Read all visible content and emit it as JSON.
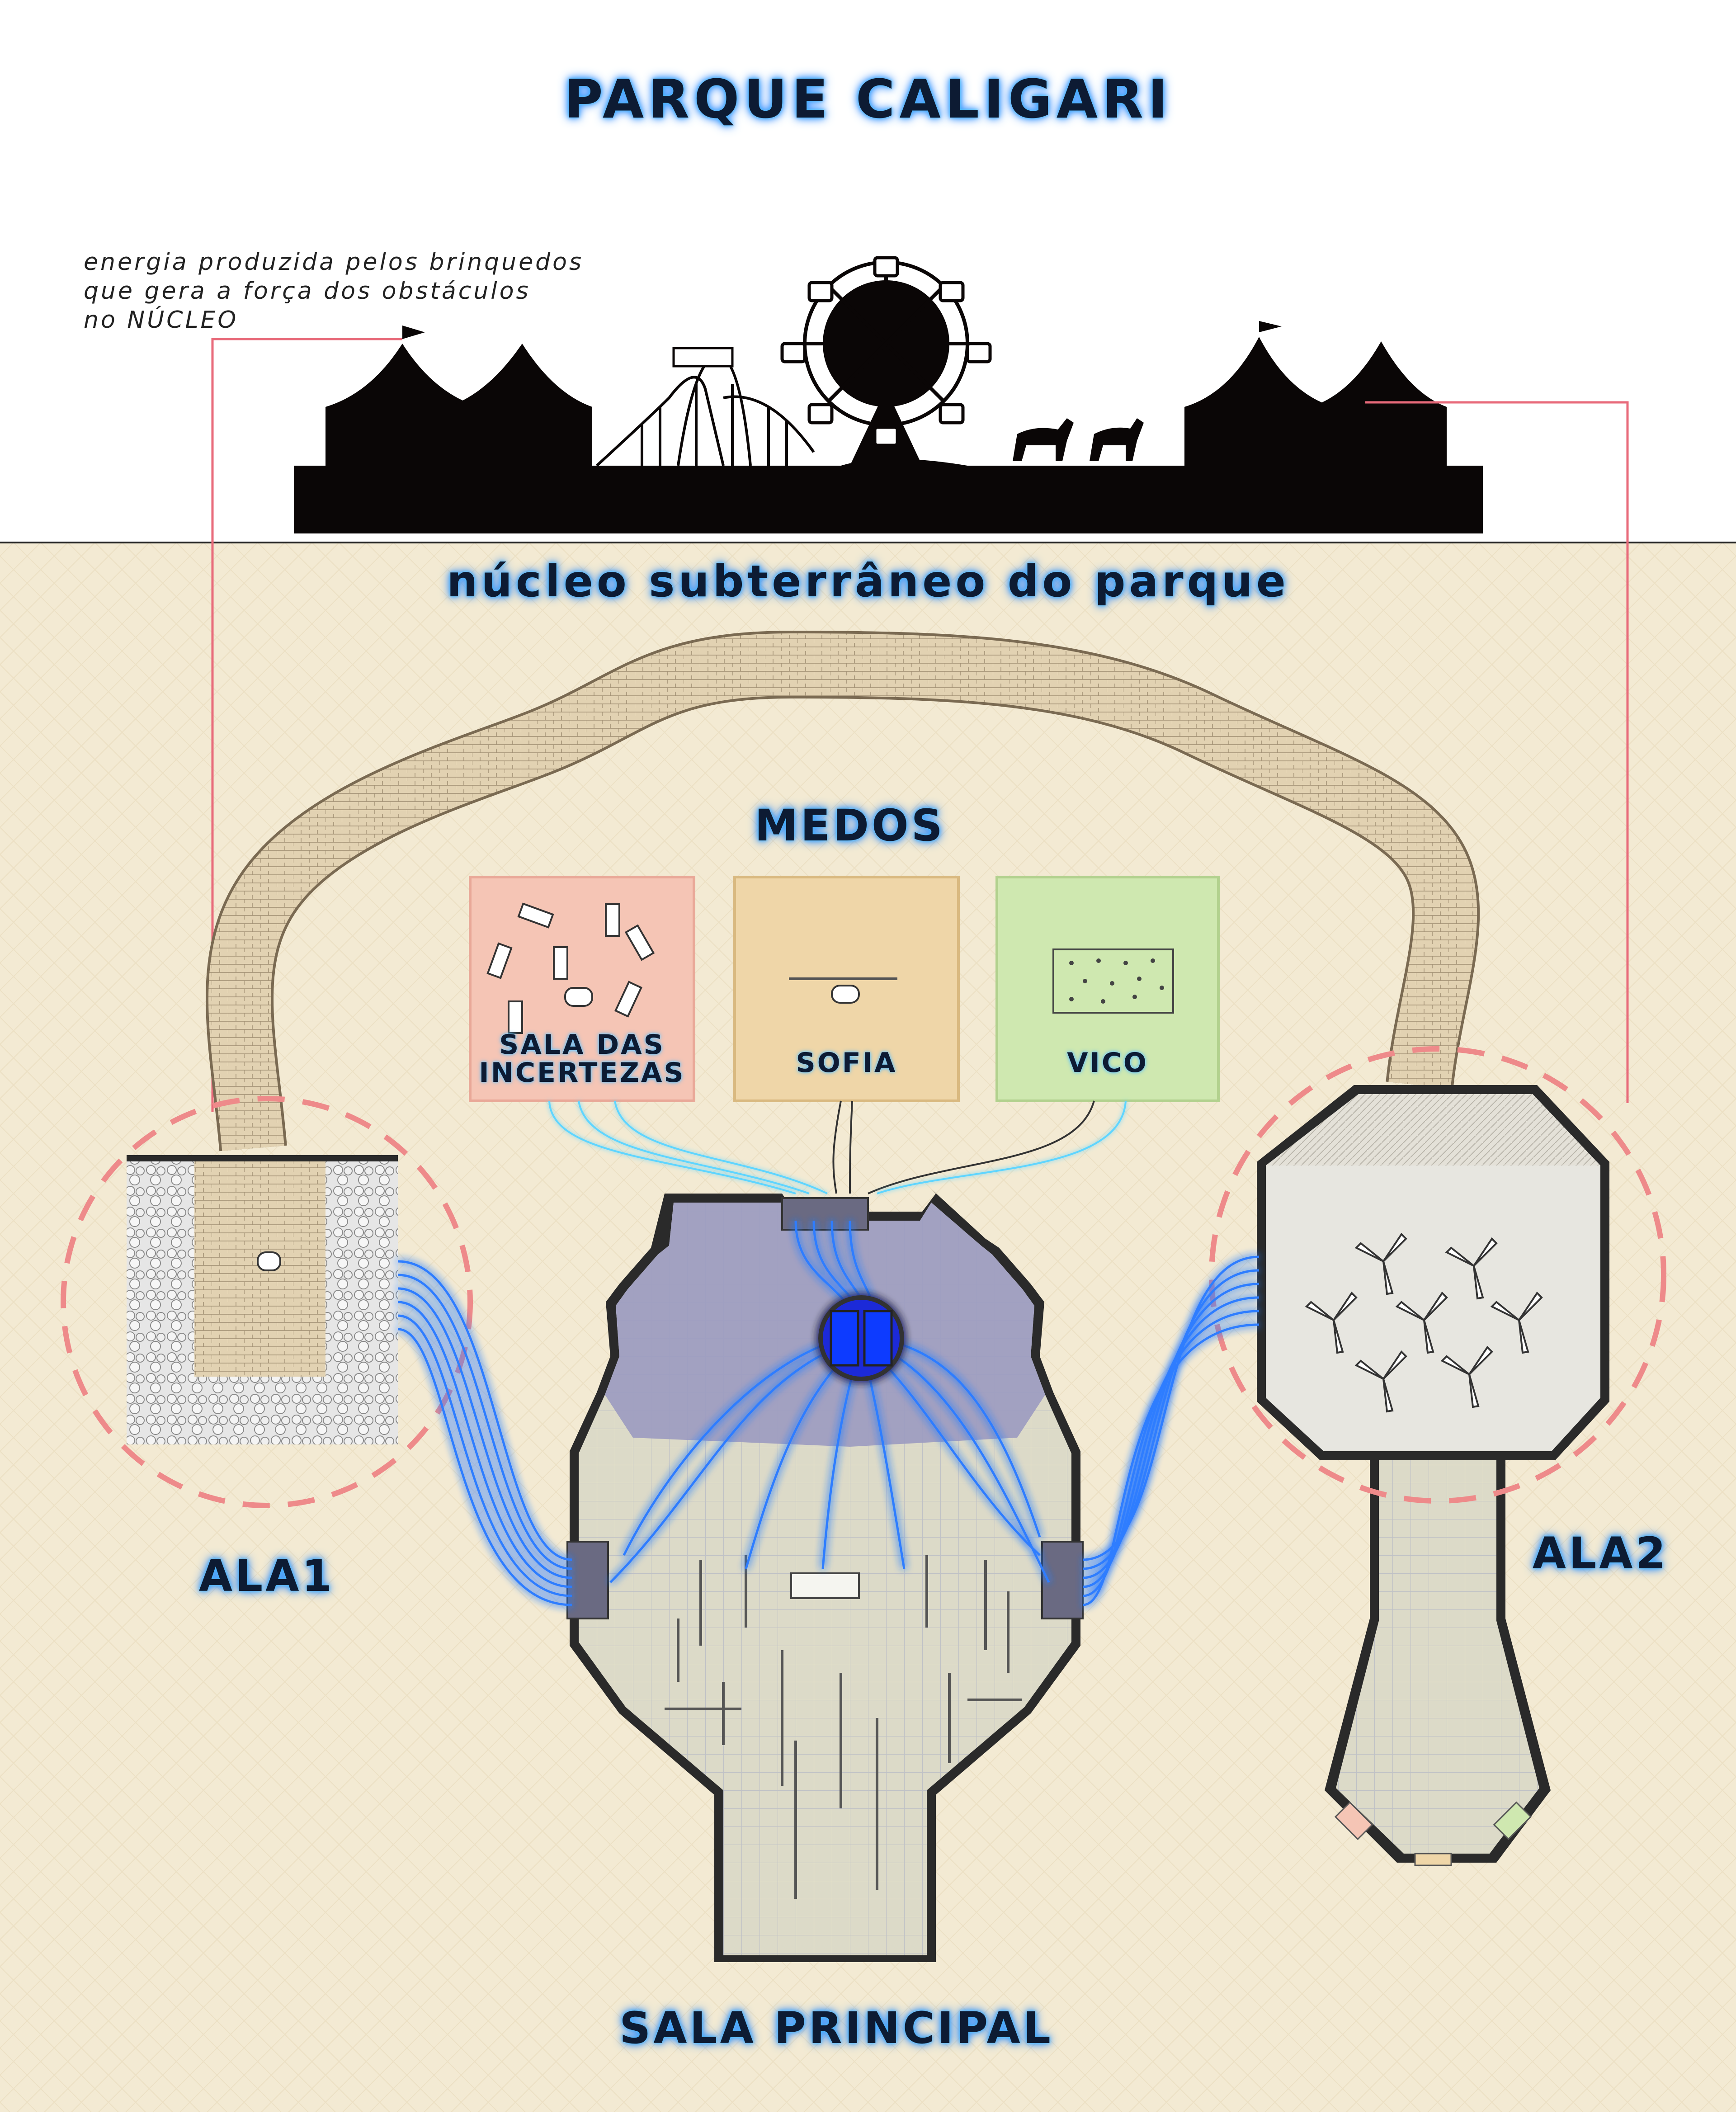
{
  "title": "PARQUE CALIGARI",
  "note": {
    "line1": "energia produzida pelos brinquedos",
    "line2": "que gera a força dos obstáculos",
    "line3": "no NÚCLEO"
  },
  "subtitle": "núcleo subterrâneo do parque",
  "fears": {
    "heading": "MEDOS",
    "rooms": [
      {
        "label_line1": "SALA DAS",
        "label_line2": "INCERTEZAS",
        "color": "#f5c5b5"
      },
      {
        "label": "SOFIA",
        "color": "#efd6a8"
      },
      {
        "label": "VICO",
        "color": "#cfe8b0"
      }
    ]
  },
  "wings": {
    "ala1": "ALA1",
    "ala2": "ALA2"
  },
  "main_room": "SALA PRINCIPAL",
  "colors": {
    "underground": "#f3ead3",
    "silhouette": "#0a0606",
    "tunnel": "#dbc9a8",
    "dome": "#9c9cc0",
    "floor": "#dcdac8",
    "energy": "#2f7dff",
    "core": "#1538e0",
    "dashed_ring": "#ee8a8a",
    "leader_line": "#e86a7a"
  }
}
